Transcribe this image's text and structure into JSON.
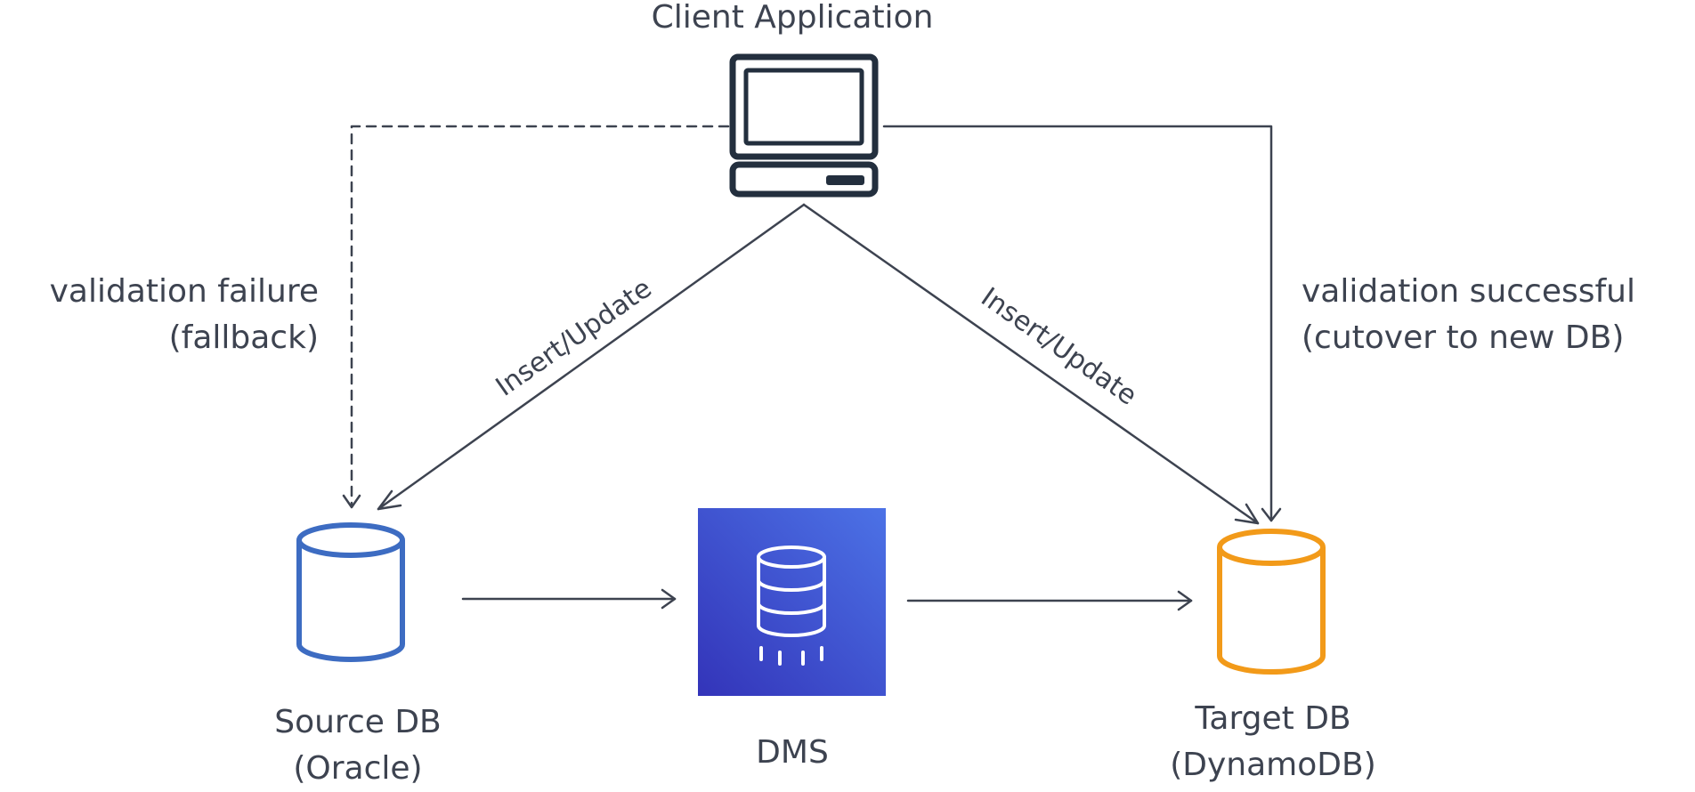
{
  "client": {
    "label": "Client Application"
  },
  "source": {
    "line1": "Source DB",
    "line2": "(Oracle)",
    "color": "#3d6cc2"
  },
  "dms": {
    "label": "DMS",
    "gradient_start": "#3334b9",
    "gradient_end": "#4c72e6"
  },
  "target": {
    "line1": "Target DB",
    "line2": "(DynamoDB)",
    "color": "#f29a19"
  },
  "edges": {
    "insert_left": "Insert/Update",
    "insert_right": "Insert/Update",
    "failure_line1": "validation failure",
    "failure_line2": "(fallback)",
    "success_line1": "validation successful",
    "success_line2": "(cutover to new DB)"
  },
  "colors": {
    "line": "#3d4350",
    "icon": "#232f3e"
  }
}
